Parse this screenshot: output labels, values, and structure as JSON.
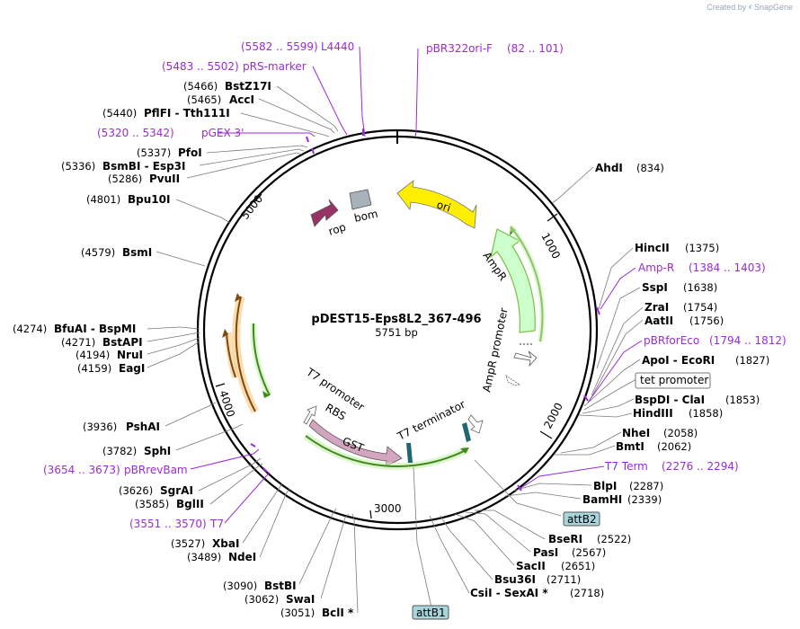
{
  "credit": {
    "created_by": "Created by",
    "brand": "SnapGene"
  },
  "plasmid": {
    "name": "pDEST15-Eps8L2_367-496",
    "length_text": "5751 bp",
    "length": 5751
  },
  "ticks": [
    {
      "pos": 1000,
      "label": "1000"
    },
    {
      "pos": 2000,
      "label": "2000"
    },
    {
      "pos": 3000,
      "label": "3000"
    },
    {
      "pos": 4000,
      "label": "4000"
    },
    {
      "pos": 5000,
      "label": "5000"
    }
  ],
  "features": [
    {
      "label": "ori",
      "color": "#ffee00"
    },
    {
      "label": "AmpR",
      "color": "#ccffcc"
    },
    {
      "label": "AmpR promoter",
      "color": "#ffffff"
    },
    {
      "label": "rop",
      "color": "#993366"
    },
    {
      "label": "bom",
      "color": "#a9b1ba"
    },
    {
      "label": "T7 promoter",
      "color": "#ffffff"
    },
    {
      "label": "RBS",
      "color": "#ffffff"
    },
    {
      "label": "GST",
      "color": "#d4a5c0"
    },
    {
      "label": "T7 terminator",
      "color": "#ffffff"
    }
  ],
  "enzymes": [
    {
      "name": "BstZ17I",
      "pos": "(5466)"
    },
    {
      "name": "AccI",
      "pos": "(5465)"
    },
    {
      "name": "PflFI - Tth111I",
      "pos": "(5440)"
    },
    {
      "name": "PfoI",
      "pos": "(5337)"
    },
    {
      "name": "BsmBI - Esp3I",
      "pos": "(5336)"
    },
    {
      "name": "PvuII",
      "pos": "(5286)"
    },
    {
      "name": "Bpu10I",
      "pos": "(4801)"
    },
    {
      "name": "BsmI",
      "pos": "(4579)"
    },
    {
      "name": "BfuAI - BspMI",
      "pos": "(4274)"
    },
    {
      "name": "BstAPI",
      "pos": "(4271)"
    },
    {
      "name": "NruI",
      "pos": "(4194)"
    },
    {
      "name": "EagI",
      "pos": "(4159)"
    },
    {
      "name": "PshAI",
      "pos": "(3936)"
    },
    {
      "name": "SphI",
      "pos": "(3782)"
    },
    {
      "name": "SgrAI",
      "pos": "(3626)"
    },
    {
      "name": "BglII",
      "pos": "(3585)"
    },
    {
      "name": "XbaI",
      "pos": "(3527)"
    },
    {
      "name": "NdeI",
      "pos": "(3489)"
    },
    {
      "name": "BstBI",
      "pos": "(3090)"
    },
    {
      "name": "SwaI",
      "pos": "(3062)"
    },
    {
      "name": "BclI *",
      "pos": "(3051)"
    },
    {
      "name": "AhdI",
      "pos": "(834)"
    },
    {
      "name": "HincII",
      "pos": "(1375)"
    },
    {
      "name": "SspI",
      "pos": "(1638)"
    },
    {
      "name": "ZraI",
      "pos": "(1754)"
    },
    {
      "name": "AatII",
      "pos": "(1756)"
    },
    {
      "name": "ApoI - EcoRI",
      "pos": "(1827)"
    },
    {
      "name": "BspDI - ClaI",
      "pos": "(1853)"
    },
    {
      "name": "HindIII",
      "pos": "(1858)"
    },
    {
      "name": "NheI",
      "pos": "(2058)"
    },
    {
      "name": "BmtI",
      "pos": "(2062)"
    },
    {
      "name": "BlpI",
      "pos": "(2287)"
    },
    {
      "name": "BamHI",
      "pos": "(2339)"
    },
    {
      "name": "BseRI",
      "pos": "(2522)"
    },
    {
      "name": "PasI",
      "pos": "(2567)"
    },
    {
      "name": "SacII",
      "pos": "(2651)"
    },
    {
      "name": "Bsu36I",
      "pos": "(2711)"
    },
    {
      "name": "CsiI - SexAI *",
      "pos": "(2718)"
    }
  ],
  "primers": [
    {
      "name": "L4440",
      "range": "(5582 .. 5599)"
    },
    {
      "name": "pRS-marker",
      "range": "(5483 .. 5502)"
    },
    {
      "name": "pGEX 3'",
      "range": "(5320 .. 5342)"
    },
    {
      "name": "pBR322ori-F",
      "range": "(82 .. 101)"
    },
    {
      "name": "Amp-R",
      "range": "(1384 .. 1403)"
    },
    {
      "name": "pBRforEco",
      "range": "(1794 .. 1812)"
    },
    {
      "name": "T7 Term",
      "range": "(2276 .. 2294)"
    },
    {
      "name": "pBRrevBam",
      "range": "(3654 .. 3673)"
    },
    {
      "name": "T7",
      "range": "(3551 .. 3570)"
    }
  ],
  "sites": [
    {
      "name": "attB2",
      "color": "#a8d4dc"
    },
    {
      "name": "attB1",
      "color": "#a8d4dc"
    }
  ],
  "boxed_features": [
    {
      "name": "tet promoter"
    }
  ]
}
